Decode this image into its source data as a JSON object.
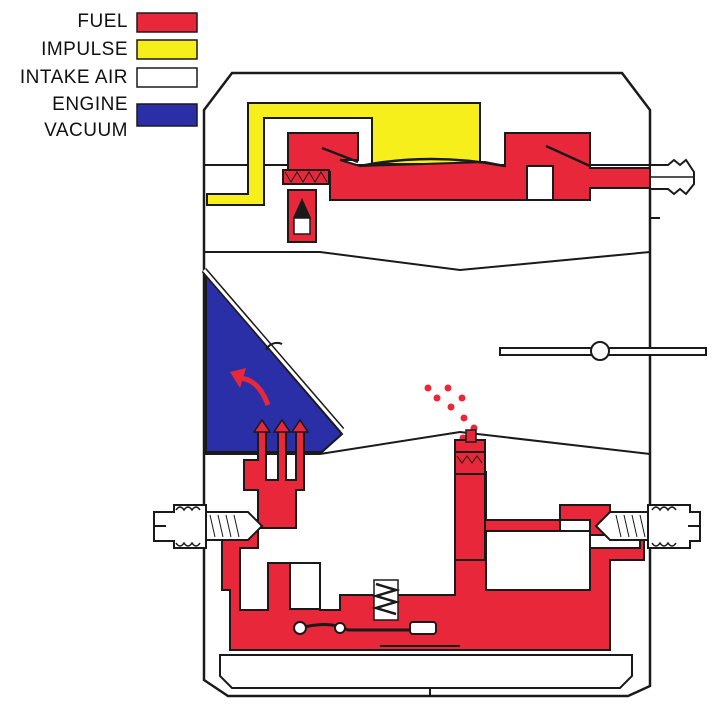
{
  "legend": {
    "items": [
      {
        "key": "fuel",
        "label": "FUEL",
        "color": "#e8283a"
      },
      {
        "key": "impulse",
        "label": "IMPULSE",
        "color": "#f7ef1c"
      },
      {
        "key": "intake_air",
        "label": "INTAKE AIR",
        "color": "#ffffff"
      },
      {
        "key": "engine_vacuum",
        "label_line1": "ENGINE",
        "label_line2": "VACUUM",
        "color": "#2a2fa8"
      }
    ]
  },
  "colors": {
    "outline": "#1a1a1a",
    "fuel": "#e8283a",
    "impulse": "#f7ef1c",
    "vacuum": "#2a2fa8",
    "air": "#ffffff",
    "background": "#ffffff"
  },
  "icons": {
    "fuel_inlet": "barbed-fitting-icon",
    "low_speed_needle": "needle-screw-icon",
    "high_speed_needle": "needle-screw-icon",
    "inlet_needle": "needle-valve-icon",
    "metering_spring": "spring-icon",
    "flow_arrows": "curved-arrow-icon"
  }
}
